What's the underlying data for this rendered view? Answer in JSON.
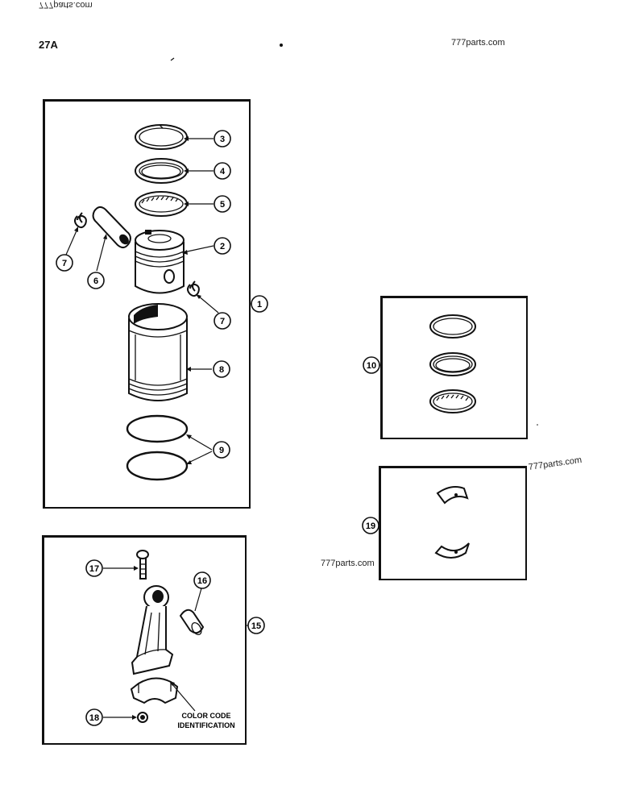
{
  "header": {
    "mirrored_watermark": "777parts.com",
    "page_number": "27A",
    "watermark_top": "777parts.com"
  },
  "watermarks": {
    "right_middle": "777parts.com",
    "center_left": "777parts.com"
  },
  "callouts": {
    "c1": "1",
    "c2": "2",
    "c3": "3",
    "c4": "4",
    "c5": "5",
    "c6": "6",
    "c7a": "7",
    "c7b": "7",
    "c8": "8",
    "c9": "9",
    "c10": "10",
    "c15": "15",
    "c16": "16",
    "c17": "17",
    "c18": "18",
    "c19": "19"
  },
  "rod_caption": {
    "line1": "COLOR CODE",
    "line2": "IDENTIFICATION"
  }
}
